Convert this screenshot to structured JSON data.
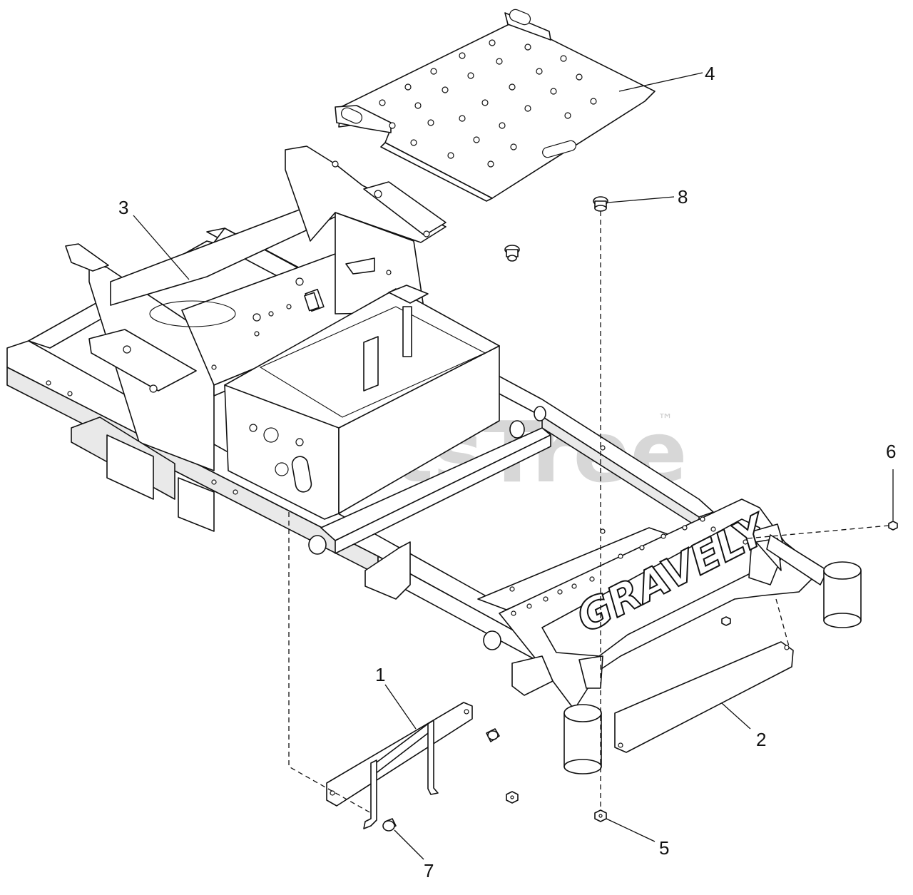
{
  "watermark": {
    "text": "PartsTree",
    "trademark": "™"
  },
  "brand_text": "GRAVELY",
  "callouts": [
    {
      "id": "1",
      "label": "1"
    },
    {
      "id": "2",
      "label": "2"
    },
    {
      "id": "3",
      "label": "3"
    },
    {
      "id": "4",
      "label": "4"
    },
    {
      "id": "5",
      "label": "5"
    },
    {
      "id": "6",
      "label": "6"
    },
    {
      "id": "7",
      "label": "7"
    },
    {
      "id": "8",
      "label": "8"
    }
  ]
}
